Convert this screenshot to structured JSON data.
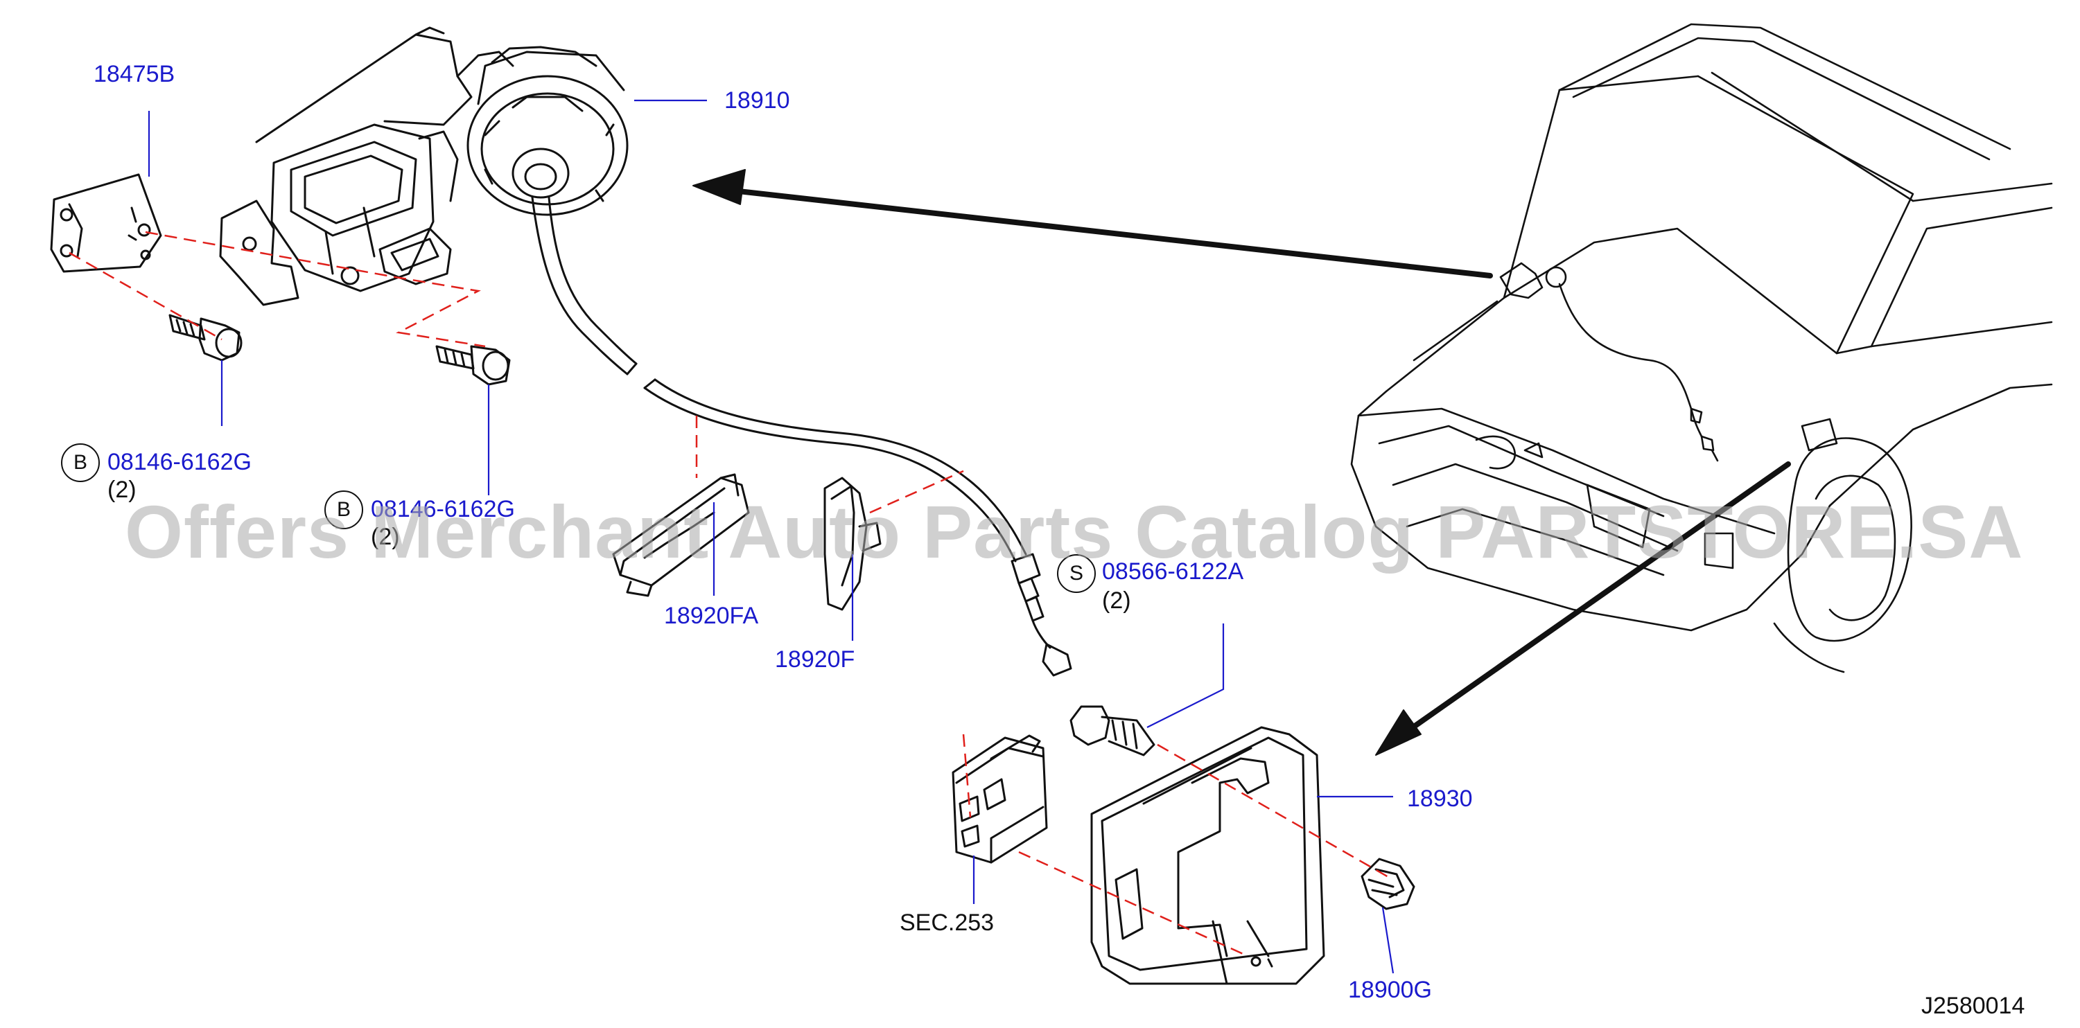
{
  "colors": {
    "part_label": "#1a1acc",
    "leader": "#1a1acc",
    "dash": "#e0201b",
    "ink": "#111111",
    "watermark": "#aaaaaa"
  },
  "labels": {
    "p18475b": "18475B",
    "p18910": "18910",
    "bolt1_code": "08146-6162G",
    "bolt1_qty": "(2)",
    "bolt2_code": "08146-6162G",
    "bolt2_qty": "(2)",
    "badge_b": "B",
    "badge_s": "S",
    "screw_code": "08566-6122A",
    "screw_qty": "(2)",
    "p18920fa": "18920FA",
    "p18920f": "18920F",
    "p18930": "18930",
    "sec253": "SEC.253",
    "p18900g": "18900G",
    "diagram_code": "J2580014"
  },
  "watermark": "Offers Merchant Auto Parts Catalog PARTSTORE.SA"
}
